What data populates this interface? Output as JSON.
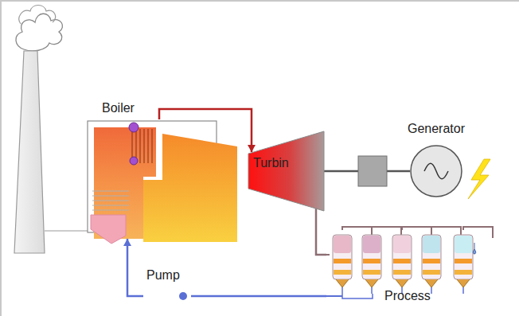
{
  "diagram": {
    "nodes": [
      {
        "text": [
          "Boiler"
        ]
      },
      {
        "text": [
          "Turbin"
        ]
      },
      {
        "text": [
          "Generator"
        ]
      },
      {
        "text": [
          "Process"
        ]
      },
      {
        "text": [
          "Pump"
        ]
      }
    ],
    "edges": [
      {
        "from": 0,
        "to": 1,
        "arrow": "to"
      },
      {
        "from": 1,
        "to": 2,
        "arrow": "none"
      },
      {
        "from": 1,
        "to": 3,
        "arrow": "none"
      },
      {
        "from": 3,
        "to": 4,
        "arrow": "none"
      },
      {
        "from": 4,
        "to": 0,
        "arrow": "to"
      }
    ]
  }
}
